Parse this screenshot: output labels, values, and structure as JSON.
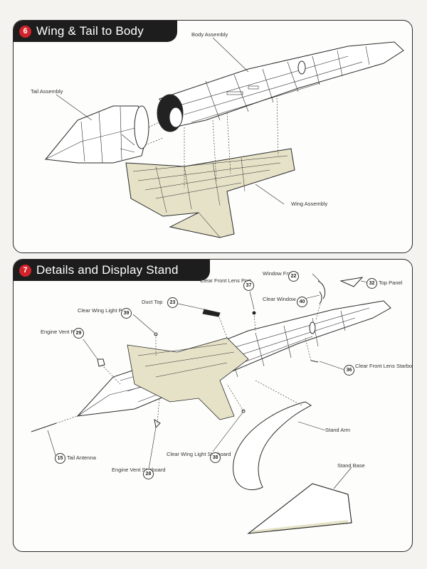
{
  "colors": {
    "header_bg": "#1d1d1d",
    "step_badge": "#d2232a",
    "line": "#2a2a2a",
    "wing": "#e6e2c8"
  },
  "step6": {
    "number": "6",
    "title": "Wing & Tail to Body",
    "labels": {
      "body": "Body Assembly",
      "tail": "Tail Assembly",
      "wing": "Wing Assembly"
    }
  },
  "step7": {
    "number": "7",
    "title": "Details and Display Stand",
    "parts": {
      "clear_front_lens_port": {
        "text": "Clear Front Lens Port",
        "num": "37"
      },
      "window_frame": {
        "text": "Window Frame",
        "num": "22"
      },
      "top_panel": {
        "text": "Top Panel",
        "num": "32"
      },
      "clear_window": {
        "text": "Clear Window",
        "num": "40"
      },
      "duct_top": {
        "text": "Duct Top",
        "num": "23"
      },
      "clear_wing_light_port": {
        "text": "Clear Wing Light Port",
        "num": "39"
      },
      "engine_vent_port": {
        "text": "Engine Vent Port",
        "num": "29"
      },
      "clear_front_lens_starboard": {
        "text": "Clear Front Lens Starboard",
        "num": "36"
      },
      "stand_arm": {
        "text": "Stand Arm"
      },
      "stand_base": {
        "text": "Stand Base"
      },
      "tail_antenna": {
        "text": "Tail Antenna",
        "num": "15"
      },
      "clear_wing_light_starboard": {
        "text": "Clear Wing Light Starboard",
        "num": "38"
      },
      "engine_vent_starboard": {
        "text": "Engine Vent Starboard",
        "num": "28"
      }
    }
  }
}
